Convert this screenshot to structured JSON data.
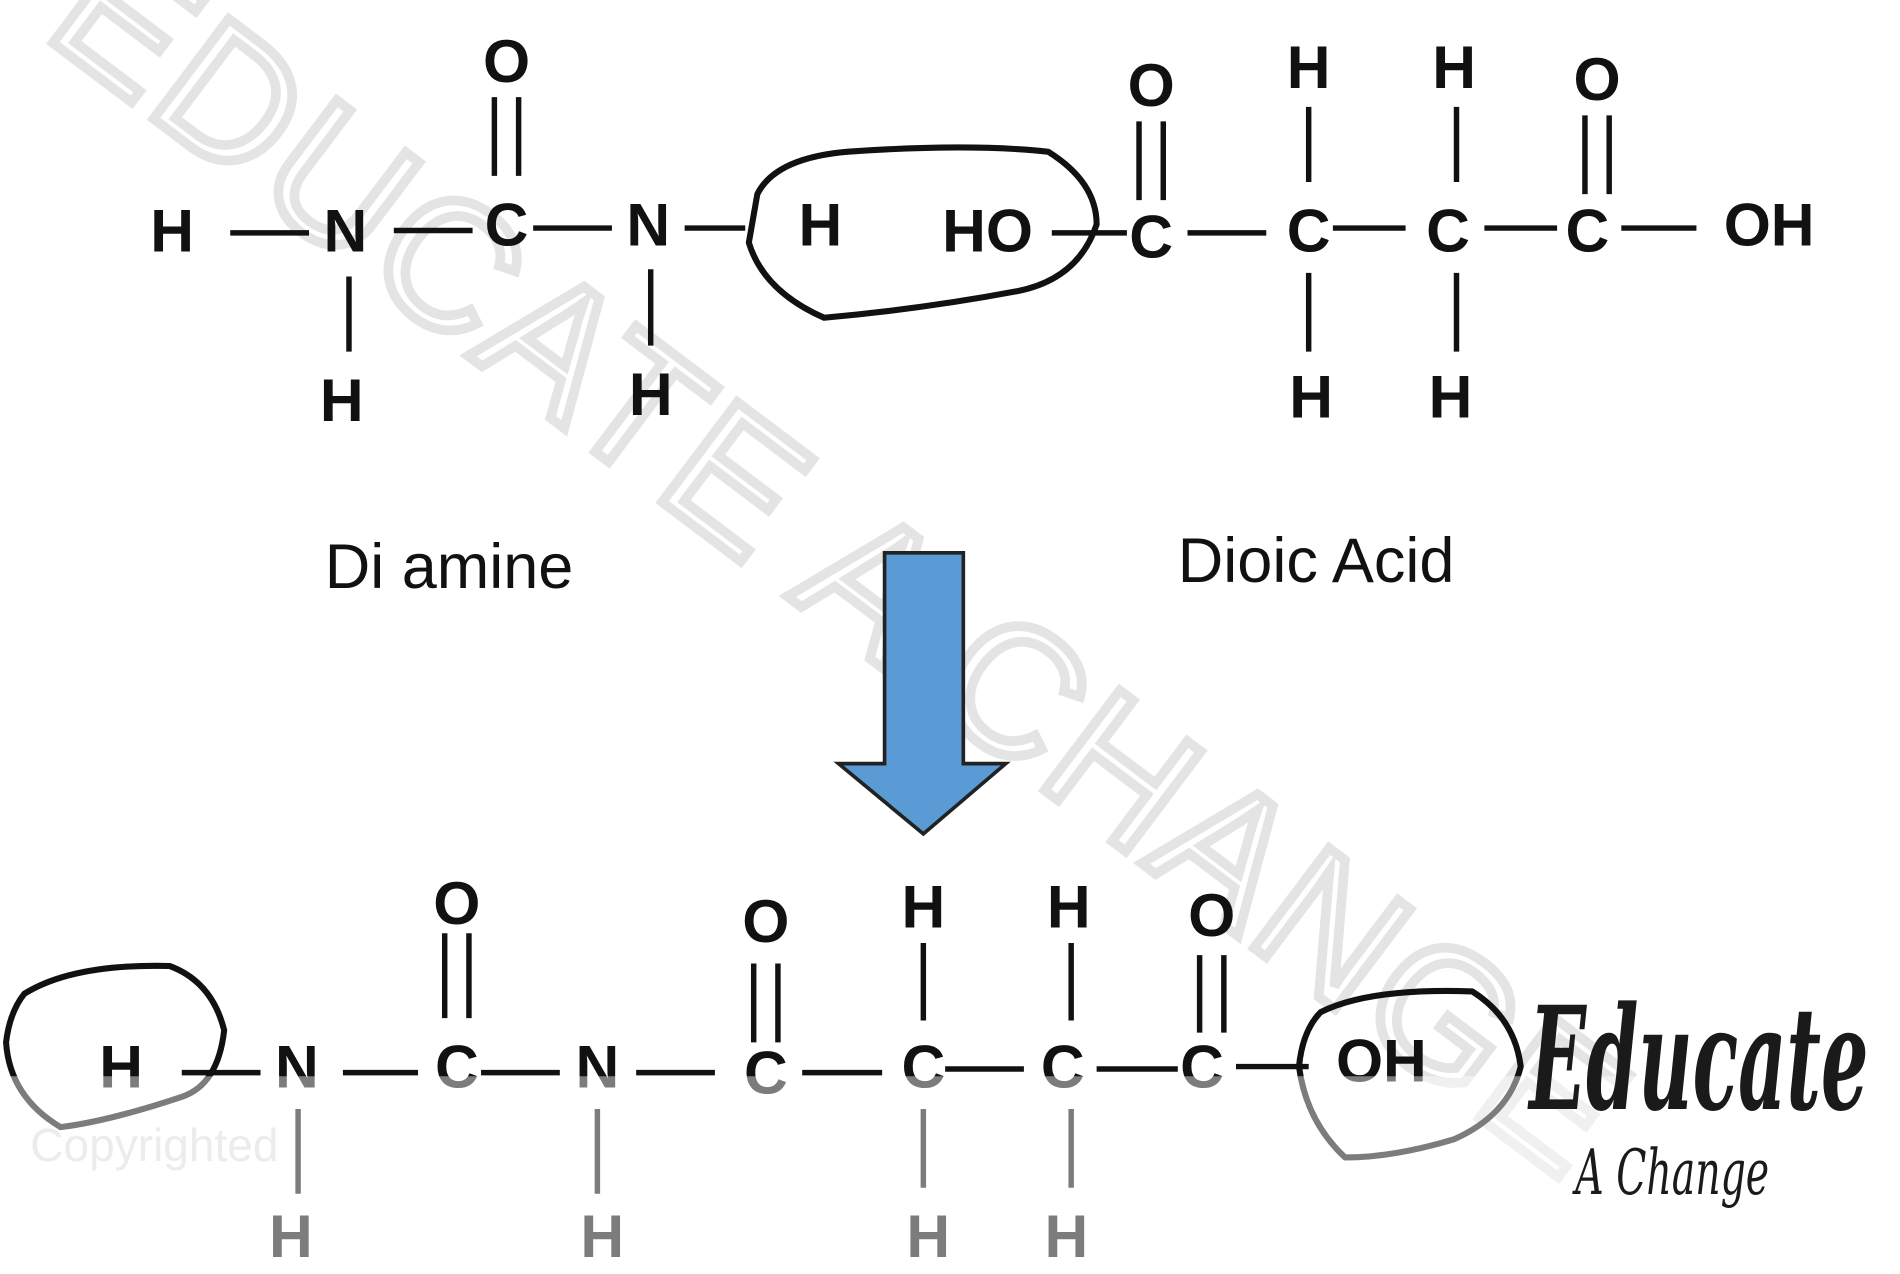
{
  "watermark": "EDUCATE A CHANGE",
  "copyright": "Copyrighted",
  "logo": {
    "line1": "Educate",
    "line2": "A Change"
  },
  "labels": {
    "left": "Di amine",
    "right": "Dioic Acid"
  },
  "colors": {
    "arrow": "#5b9bd5",
    "ink": "#111111",
    "watermark": "#e4e4e4"
  },
  "top_molecule": {
    "atoms": [
      "H",
      "N",
      "C",
      "O",
      "N",
      "H",
      "HO",
      "C",
      "O",
      "C",
      "H",
      "H",
      "C",
      "H",
      "H",
      "C",
      "O",
      "OH",
      "H",
      "H"
    ]
  },
  "bottom_molecule": {
    "atoms": [
      "H",
      "N",
      "H",
      "C",
      "O",
      "N",
      "H",
      "C",
      "O",
      "C",
      "H",
      "H",
      "C",
      "H",
      "H",
      "C",
      "O",
      "OH"
    ]
  }
}
